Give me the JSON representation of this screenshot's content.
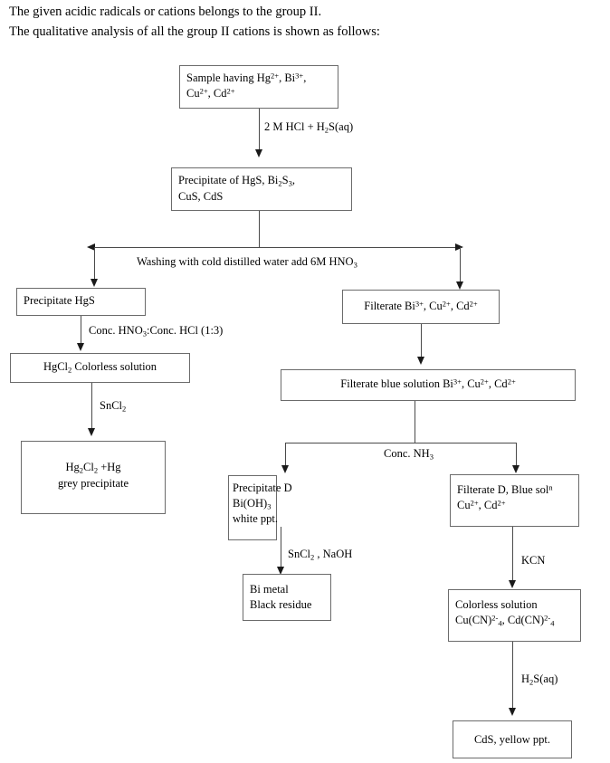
{
  "intro": {
    "line1": "The given acidic radicals or cations belongs to the group II.",
    "line2": "The qualitative analysis of all the group II cations is shown as follows:"
  },
  "chart_data": {
    "type": "diagram",
    "title": "Qualitative analysis of group II cations",
    "nodes": [
      {
        "id": "sample",
        "label": "Sample having Hg2+, Bi3+, Cu2+, Cd2+",
        "line1": "Sample having Hg2+, Bi3+,",
        "line2": "Cu2+, Cd2+"
      },
      {
        "id": "precipitate",
        "label": "Precipitate of HgS, Bi2S3, CuS, CdS",
        "line1": "Precipitate of  HgS, Bi2S3,",
        "line2": "CuS, CdS"
      },
      {
        "id": "ppt-hgs",
        "label": "Precipitate HgS"
      },
      {
        "id": "filterate-bi",
        "label": "Filterate Bi3+, Cu2+, Cd2+"
      },
      {
        "id": "hgcl2",
        "label": "HgCl2 Colorless solution"
      },
      {
        "id": "filterate-blue",
        "label": "Filterate blue solution Bi3+, Cu2+, Cd2+"
      },
      {
        "id": "hg2cl2",
        "label": "Hg2Cl2 +Hg grey precipitate",
        "line1": "Hg2Cl2 +Hg",
        "line2": "grey precipitate"
      },
      {
        "id": "precipitate-d",
        "label": "Precipitate D Bi(OH)3 white ppt.",
        "line1": "Precipitate D",
        "line2": "Bi(OH)3",
        "line3": "white ppt."
      },
      {
        "id": "filterate-d",
        "label": "Filterate D, Blue soln Cu2+, Cd2+",
        "line1": "Filterate D, Blue soln",
        "line2": "Cu2+, Cd2+"
      },
      {
        "id": "bi-metal",
        "label": "Bi metal Black residue",
        "line1": "Bi metal",
        "line2": "Black residue"
      },
      {
        "id": "colorless",
        "label": "Colorless solution Cu(CN)2-4, Cd(CN)2-4",
        "line1": "Colorless solution",
        "line2": "Cu(CN)2-4, Cd(CN)2-4"
      },
      {
        "id": "cds",
        "label": "CdS, yellow ppt."
      }
    ],
    "edges": [
      {
        "from": "sample",
        "to": "precipitate",
        "label": "2 M HCl + H2S(aq)"
      },
      {
        "from": "precipitate",
        "to": "ppt-hgs",
        "label": "Washing with cold distilled water add 6M HNO3"
      },
      {
        "from": "precipitate",
        "to": "filterate-bi",
        "label": "Washing with cold distilled water add 6M HNO3"
      },
      {
        "from": "ppt-hgs",
        "to": "hgcl2",
        "label": "Conc. HNO3:Conc. HCl (1:3)"
      },
      {
        "from": "filterate-bi",
        "to": "filterate-blue",
        "label": ""
      },
      {
        "from": "hgcl2",
        "to": "hg2cl2",
        "label": "SnCl2"
      },
      {
        "from": "filterate-blue",
        "to": "precipitate-d",
        "label": "Conc. NH3"
      },
      {
        "from": "filterate-blue",
        "to": "filterate-d",
        "label": "Conc. NH3"
      },
      {
        "from": "precipitate-d",
        "to": "bi-metal",
        "label": "SnCl2 , NaOH"
      },
      {
        "from": "filterate-d",
        "to": "colorless",
        "label": "KCN"
      },
      {
        "from": "colorless",
        "to": "cds",
        "label": "H2S(aq)"
      }
    ]
  },
  "boxes": {
    "sample": {
      "line1_a": "Sample having Hg",
      "line1_sup1": "2+",
      "line1_b": ", Bi",
      "line1_sup2": "3+",
      "line1_c": ",",
      "line2_a": "Cu",
      "line2_sup1": "2+",
      "line2_b": ", Cd",
      "line2_sup2": "2+"
    },
    "precipitate": {
      "line1_a": "Precipitate of  HgS, Bi",
      "line1_sub1": "2",
      "line1_b": "S",
      "line1_sub2": "3",
      "line1_c": ",",
      "line2": "CuS, CdS"
    },
    "ppt_hgs": {
      "text": "Precipitate HgS"
    },
    "filterate_bi": {
      "a": "Filterate Bi",
      "sup1": "3+",
      "b": ", Cu",
      "sup2": "2+",
      "c": ", Cd",
      "sup3": "2+"
    },
    "hgcl2": {
      "a": "HgCl",
      "sub1": "2",
      "b": " Colorless solution"
    },
    "filterate_blue": {
      "a": "Filterate blue solution Bi",
      "sup1": "3+",
      "b": ", Cu",
      "sup2": "2+",
      "c": ", Cd",
      "sup3": "2+"
    },
    "hg2cl2": {
      "l1_a": "Hg",
      "l1_sub1": "2",
      "l1_b": "Cl",
      "l1_sub2": "2",
      "l1_c": " +Hg",
      "line2": "grey precipitate"
    },
    "precipitate_d": {
      "line1": "Precipitate D",
      "l2_a": "Bi(OH)",
      "l2_sub": "3",
      "line3": "white ppt."
    },
    "filterate_d": {
      "l1_a": "Filterate D, Blue sol",
      "l1_sup": "n",
      "l2_a": "Cu",
      "l2_sup1": "2+",
      "l2_b": ", Cd",
      "l2_sup2": "2+"
    },
    "bi_metal": {
      "line1": "Bi metal",
      "line2": "Black residue"
    },
    "colorless": {
      "line1": "Colorless solution",
      "l2_a": "Cu(CN)",
      "l2_sup1": "2-",
      "l2_sub1": "4",
      "l2_b": ", Cd(CN)",
      "l2_sup2": "2-",
      "l2_sub2": "4"
    },
    "cds": {
      "text": "CdS, yellow ppt."
    }
  },
  "edge_labels": {
    "hcl_h2s": {
      "a": "2 M HCl + H",
      "sub": "2",
      "b": "S(aq)"
    },
    "washing": {
      "a": "Washing with cold distilled water add 6M HNO",
      "sub": "3"
    },
    "conc_hno3_hcl": {
      "a": "Conc. HNO",
      "sub1": "3",
      "b": ":Conc. HCl (1:3)"
    },
    "sncl2": {
      "a": "SnCl",
      "sub": "2"
    },
    "conc_nh3": {
      "a": "Conc. NH",
      "sub": "3"
    },
    "sncl2_naoh": {
      "a": "SnCl",
      "sub": "2",
      "b": " , NaOH"
    },
    "kcn": {
      "text": "KCN"
    },
    "h2s_aq": {
      "a": "H",
      "sub": "2",
      "b": "S(aq)"
    }
  }
}
